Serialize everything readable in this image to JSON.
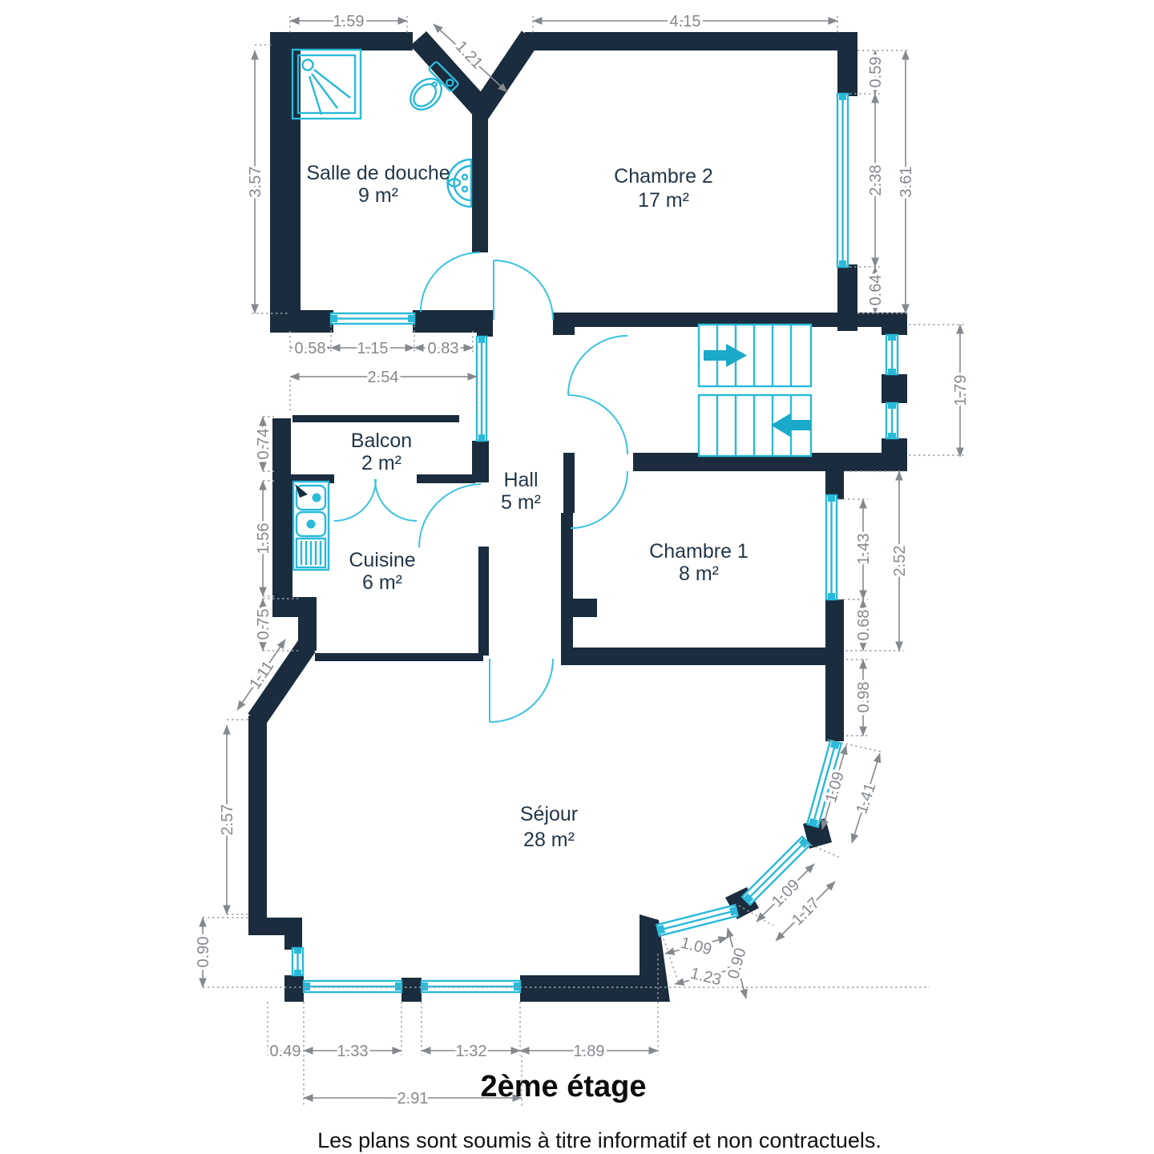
{
  "title": "2ème étage",
  "disclaimer": "Les plans sont soumis à titre informatif et non contractuels.",
  "colors": {
    "wall": "#1a2c3d",
    "fixture": "#2ab9d9",
    "dimension": "#85898e",
    "room_label": "#233749"
  },
  "rooms": [
    {
      "name": "Salle de douche",
      "area": "9 m²"
    },
    {
      "name": "Chambre 2",
      "area": "17 m²"
    },
    {
      "name": "Balcon",
      "area": "2 m²"
    },
    {
      "name": "Hall",
      "area": "5 m²"
    },
    {
      "name": "Cuisine",
      "area": "6 m²"
    },
    {
      "name": "Chambre 1",
      "area": "8 m²"
    },
    {
      "name": "Séjour",
      "area": "28 m²"
    }
  ],
  "dims": [
    {
      "v": "1.59"
    },
    {
      "v": "4.15"
    },
    {
      "v": "1.21"
    },
    {
      "v": "3.57"
    },
    {
      "v": "0.59"
    },
    {
      "v": "2.38"
    },
    {
      "v": "3.61"
    },
    {
      "v": "0.64"
    },
    {
      "v": "0.58"
    },
    {
      "v": "1.15"
    },
    {
      "v": "0.83"
    },
    {
      "v": "2.54"
    },
    {
      "v": "1.79"
    },
    {
      "v": "0.74"
    },
    {
      "v": "1.56"
    },
    {
      "v": "0.75"
    },
    {
      "v": "1.11"
    },
    {
      "v": "1.43"
    },
    {
      "v": "2.52"
    },
    {
      "v": "0.68"
    },
    {
      "v": "0.98"
    },
    {
      "v": "2.57"
    },
    {
      "v": "0.90"
    },
    {
      "v": "1.09"
    },
    {
      "v": "1.41"
    },
    {
      "v": "1.09"
    },
    {
      "v": "1.17"
    },
    {
      "v": "1.09"
    },
    {
      "v": "0.90"
    },
    {
      "v": "1.23"
    },
    {
      "v": "0.49"
    },
    {
      "v": "1.33"
    },
    {
      "v": "1.32"
    },
    {
      "v": "1.89"
    },
    {
      "v": "2.91"
    }
  ]
}
